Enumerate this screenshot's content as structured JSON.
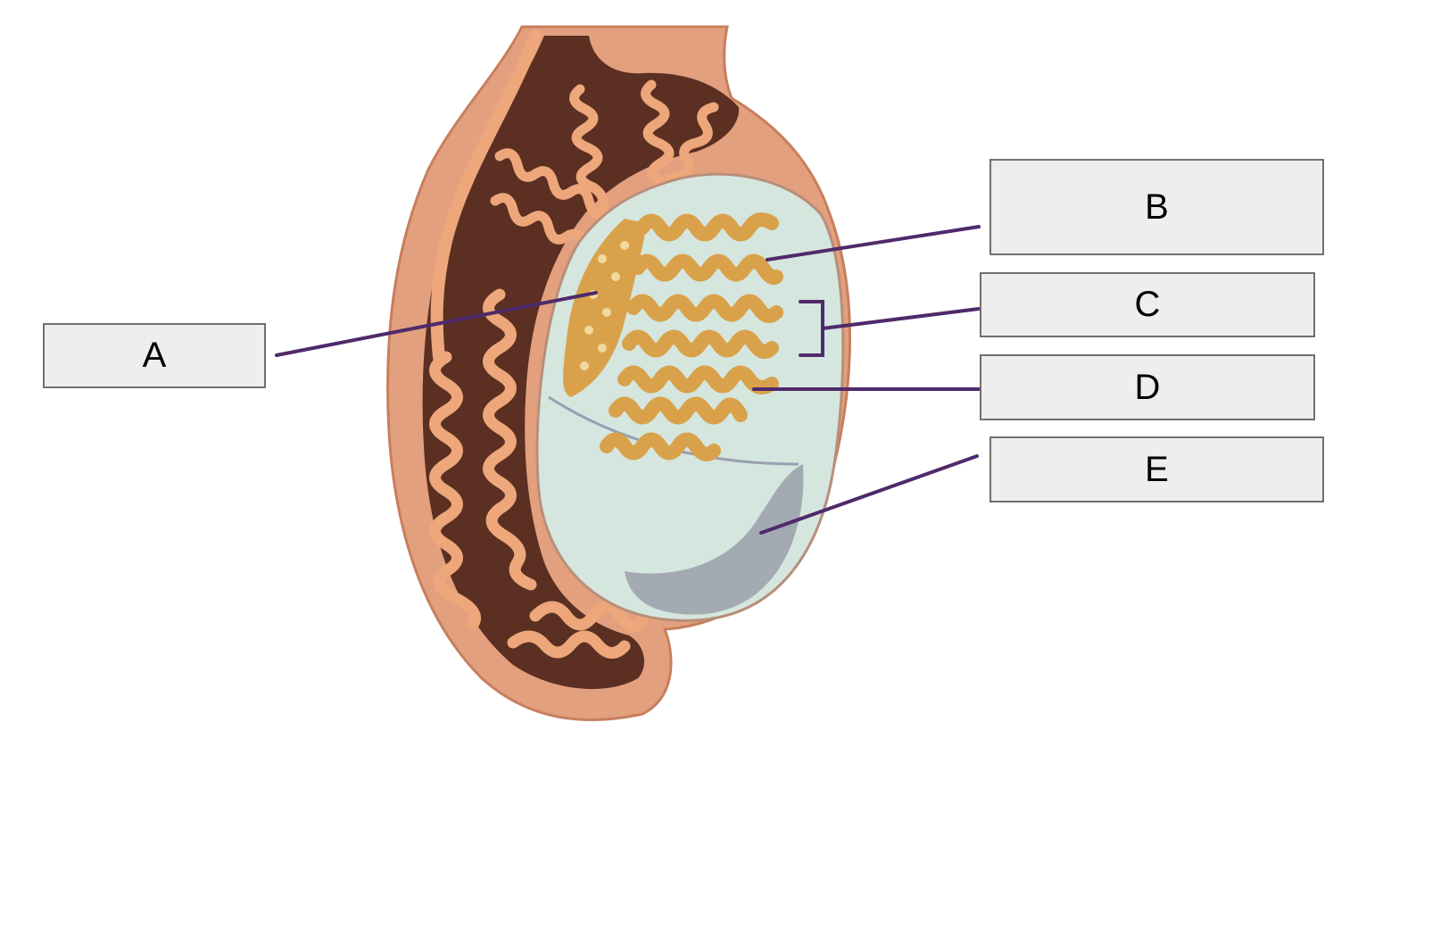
{
  "labels": [
    {
      "id": "a",
      "text": "A"
    },
    {
      "id": "b",
      "text": "B"
    },
    {
      "id": "c",
      "text": "C"
    },
    {
      "id": "d",
      "text": "D"
    },
    {
      "id": "e",
      "text": "E"
    }
  ],
  "colors": {
    "skin": "#e3a07e",
    "dark_tissue": "#5b2f22",
    "tubule": "#eda77a",
    "seminiferous_tubule": "#d9a24a",
    "testis_interior": "#d5e6df",
    "tunica_shadow": "#a3aab2",
    "vessel": "#2f55c9",
    "leader_line": "#4f2a6b",
    "label_box_fill": "#eeeeee",
    "label_box_border": "#6f6f6f"
  }
}
